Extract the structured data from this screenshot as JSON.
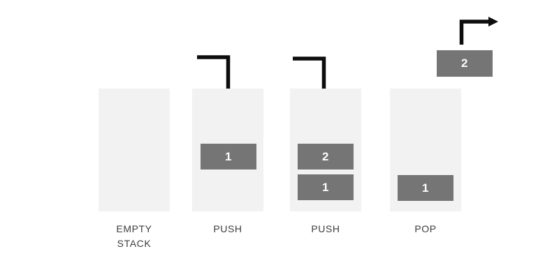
{
  "diagram": {
    "type": "stack-operations",
    "stages": [
      {
        "label": "EMPTY STACK",
        "label_lines": [
          "EMPTY",
          "STACK"
        ],
        "blocks": [],
        "arrow": "none"
      },
      {
        "label": "PUSH",
        "label_lines": [
          "PUSH"
        ],
        "blocks": [
          "1"
        ],
        "arrow": "push-down"
      },
      {
        "label": "PUSH",
        "label_lines": [
          "PUSH"
        ],
        "blocks": [
          "2",
          "1"
        ],
        "arrow": "push-down"
      },
      {
        "label": "POP",
        "label_lines": [
          "POP"
        ],
        "blocks": [
          "1"
        ],
        "popped_block": "2",
        "arrow": "pop-up-right"
      }
    ],
    "colors": {
      "background": "#ffffff",
      "stack_fill": "#f2f2f2",
      "block_fill": "#757575",
      "block_text": "#fcfcfc",
      "label_text": "#3d3d3d",
      "arrow": "#0d0d0d"
    }
  }
}
